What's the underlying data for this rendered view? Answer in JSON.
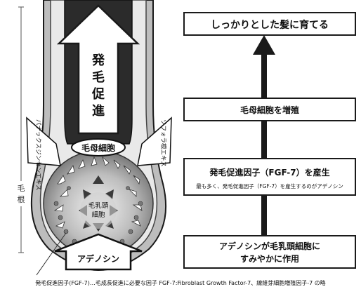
{
  "labels": {
    "hair_growth_arrow": "発毛促進",
    "hair_matrix": "毛母細胞",
    "dermal_papilla": "毛乳頭細胞",
    "panax": "パナックスジンセンエキス",
    "sophora": "ソフォラ根エキス",
    "adenosine": "アデノシン",
    "hair_root": "毛根"
  },
  "boxes": {
    "top": "しっかりとした髪に育てる",
    "matrix_growth": "毛母細胞を増殖",
    "fgf7_title": "発毛促進因子（FGF-7）を産生",
    "fgf7_sub": "最も多く、発毛促進因子（FGF-7）を産生するのがアデノシン",
    "adenosine_title_1": "アデノシンが毛乳頭細胞に",
    "adenosine_title_2": "すみやかに作用"
  },
  "footnote": "発毛促進因子(FGF-7)…毛成長促進に必要な因子  FGF-7:Fibroblast Growth Factor-7、線維芽細胞増殖因子-7 の略",
  "colors": {
    "ink": "#1a1a1a",
    "gray_dark": "#555555",
    "gray_mid": "#9a9a9a",
    "gray_light": "#d8d8d8"
  }
}
